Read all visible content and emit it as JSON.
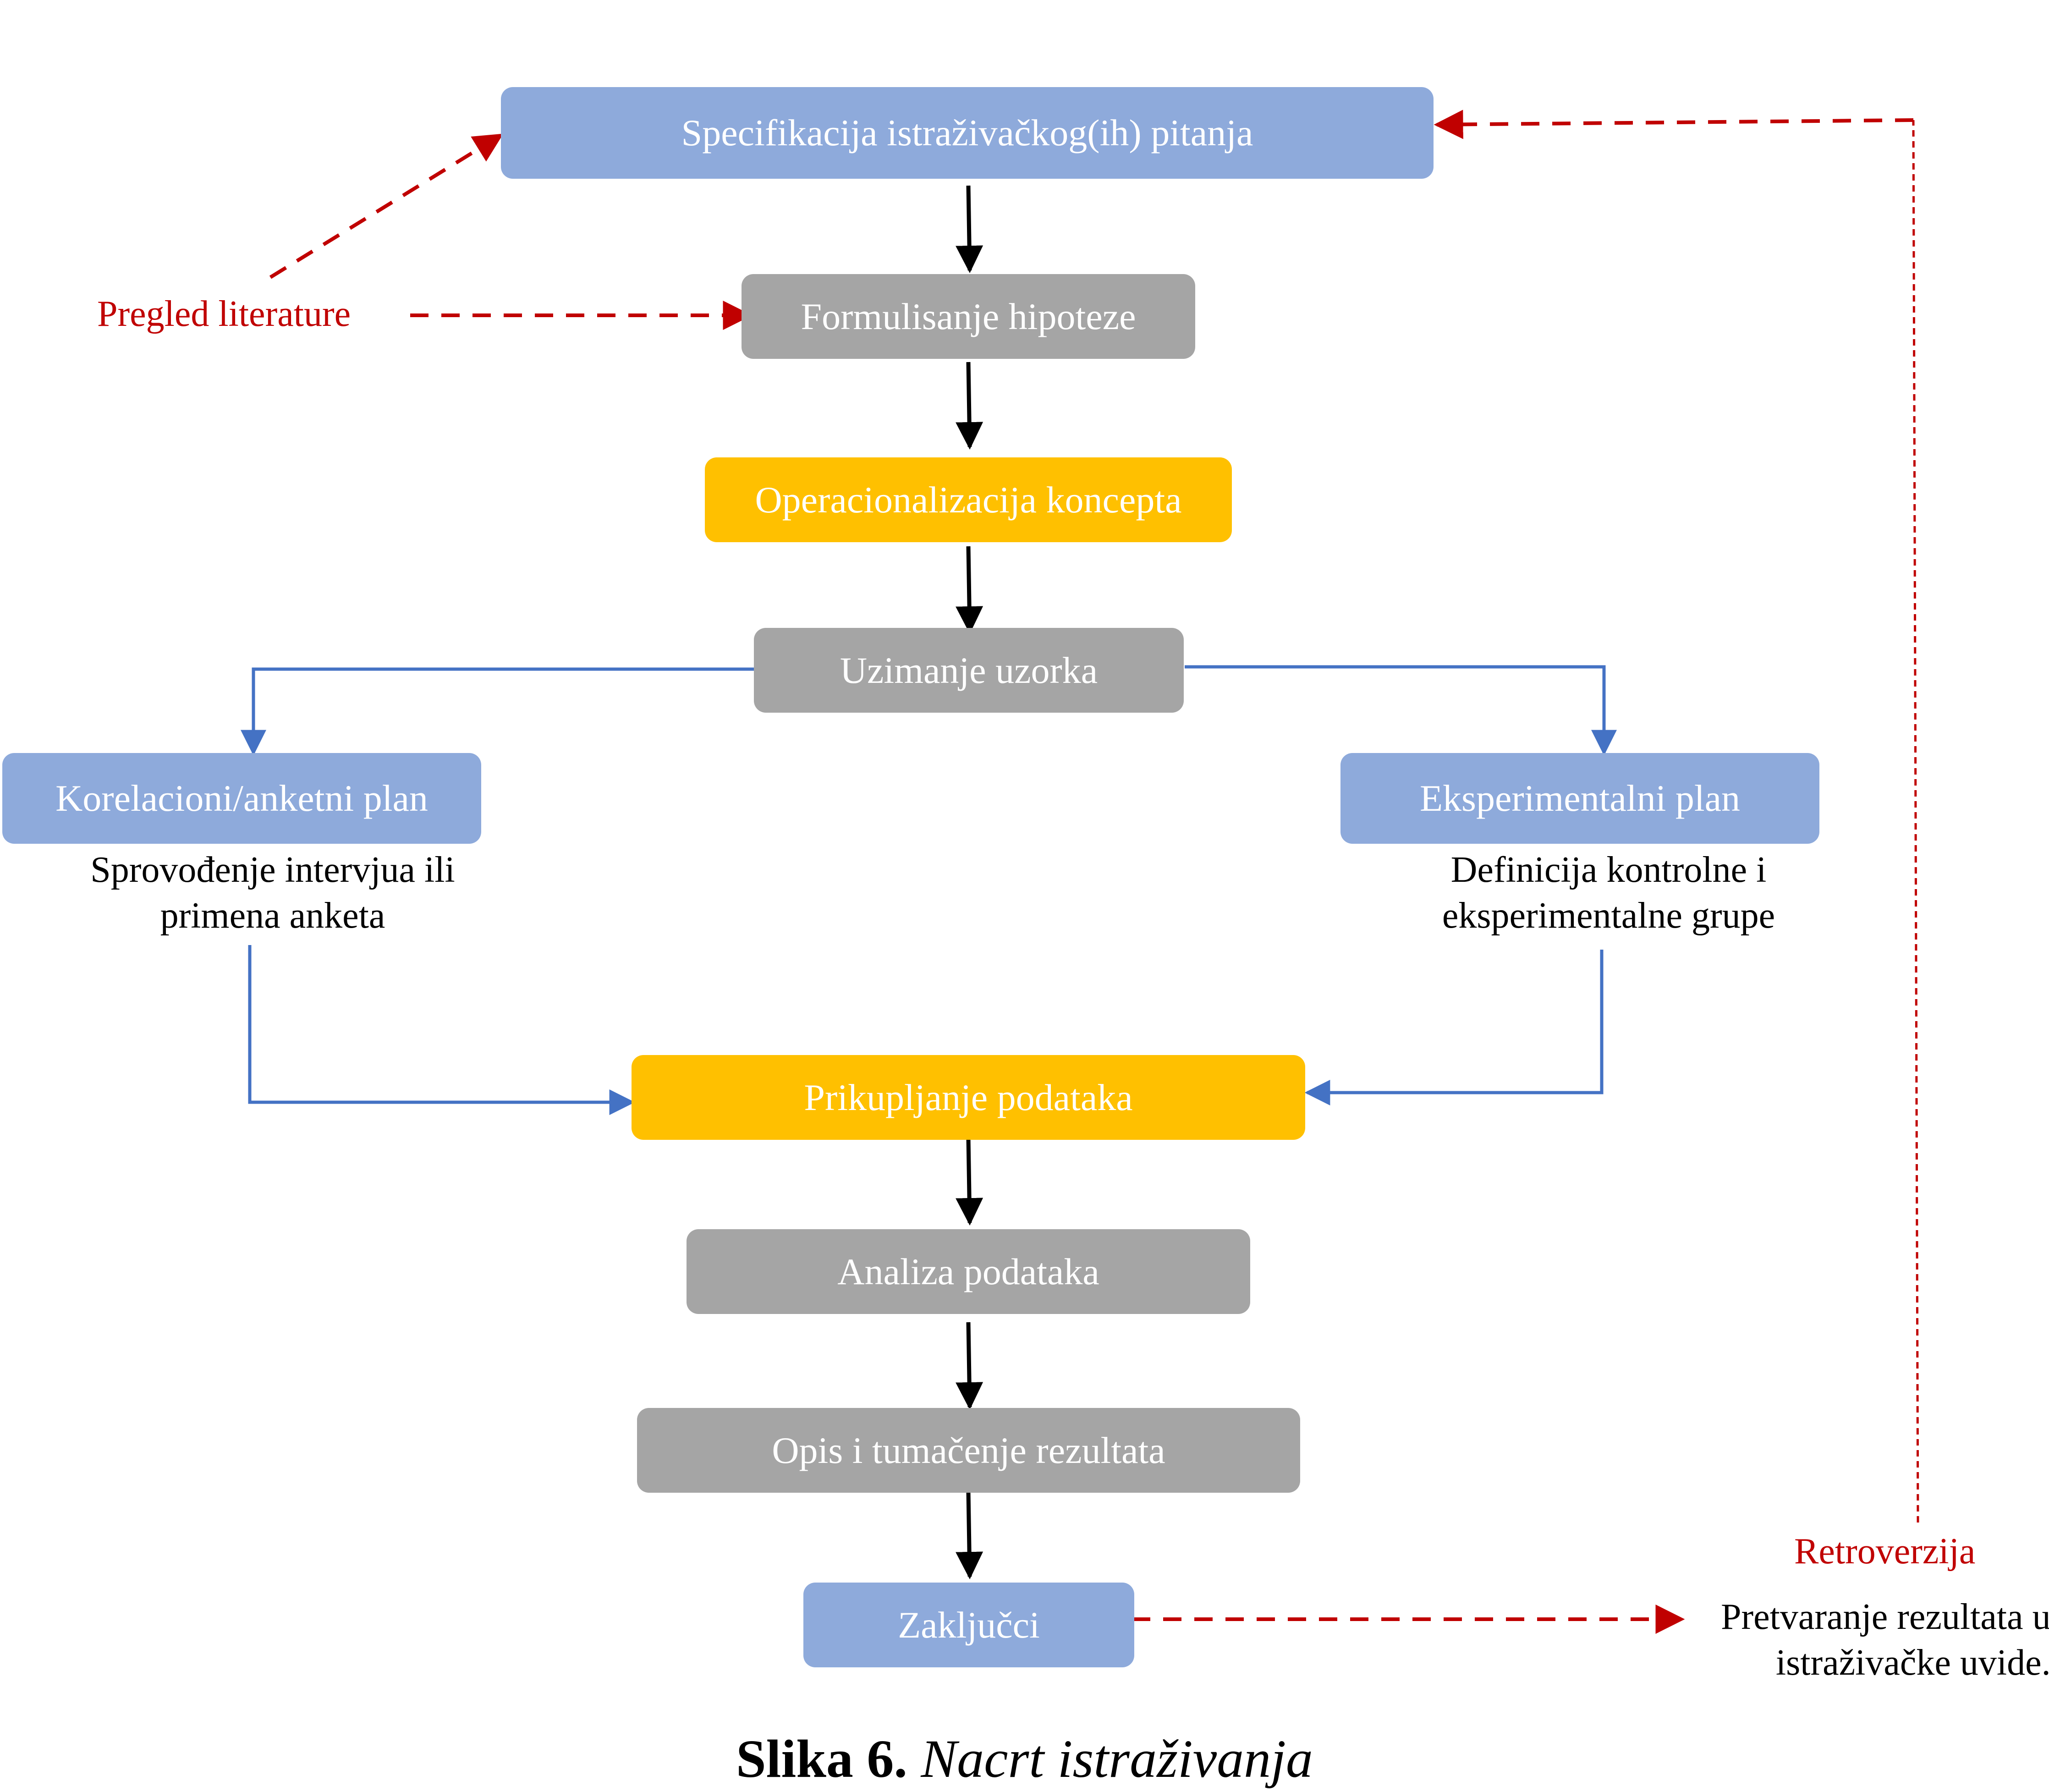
{
  "nodes": {
    "research_question": "Specifikacija istraživačkog(ih) pitanja",
    "hypothesis": "Formulisanje hipoteze",
    "operationalization": "Operacionalizacija koncepta",
    "sampling": "Uzimanje uzorka",
    "correlational_plan": "Korelacioni/anketni plan",
    "experimental_plan": "Eksperimentalni plan",
    "data_collection": "Prikupljanje podataka",
    "data_analysis": "Analiza podataka",
    "results": "Opis i tumačenje rezultata",
    "conclusions": "Zaključci"
  },
  "notes": {
    "correlational_line1": "Sprovođenje intervjua ili",
    "correlational_line2": "primena anketa",
    "experimental_line1": "Definicija kontrolne i",
    "experimental_line2": "eksperimentalne grupe",
    "insight_line1": "Pretvaranje rezultata u",
    "insight_line2": "istraživačke uvide."
  },
  "labels": {
    "literature_review": "Pregled literature",
    "retroversion": "Retroverzija"
  },
  "caption": {
    "number": "Slika 6.",
    "title": "Nacrt istraživanja"
  },
  "colors": {
    "blue_box": "#8eaadb",
    "gray_box": "#a5a5a5",
    "gold_box": "#ffc000",
    "flow_arrow": "#000000",
    "branch_arrow": "#4472c4",
    "dashed_arrow": "#c00000"
  },
  "edges": [
    {
      "from": "research_question",
      "to": "hypothesis",
      "style": "solid-black"
    },
    {
      "from": "hypothesis",
      "to": "operationalization",
      "style": "solid-black"
    },
    {
      "from": "operationalization",
      "to": "sampling",
      "style": "solid-black"
    },
    {
      "from": "sampling",
      "to": "correlational_plan",
      "style": "solid-blue"
    },
    {
      "from": "sampling",
      "to": "experimental_plan",
      "style": "solid-blue"
    },
    {
      "from": "correlational_plan",
      "to": "data_collection",
      "style": "solid-blue"
    },
    {
      "from": "experimental_plan",
      "to": "data_collection",
      "style": "solid-blue"
    },
    {
      "from": "data_collection",
      "to": "data_analysis",
      "style": "solid-black"
    },
    {
      "from": "data_analysis",
      "to": "results",
      "style": "solid-black"
    },
    {
      "from": "results",
      "to": "conclusions",
      "style": "solid-black"
    },
    {
      "from": "literature_review",
      "to": "research_question",
      "style": "dashed-red"
    },
    {
      "from": "literature_review",
      "to": "hypothesis",
      "style": "dashed-red"
    },
    {
      "from": "conclusions",
      "to": "insight",
      "style": "dashed-red"
    },
    {
      "from": "retroversion",
      "to": "research_question",
      "style": "dotted-red"
    }
  ]
}
